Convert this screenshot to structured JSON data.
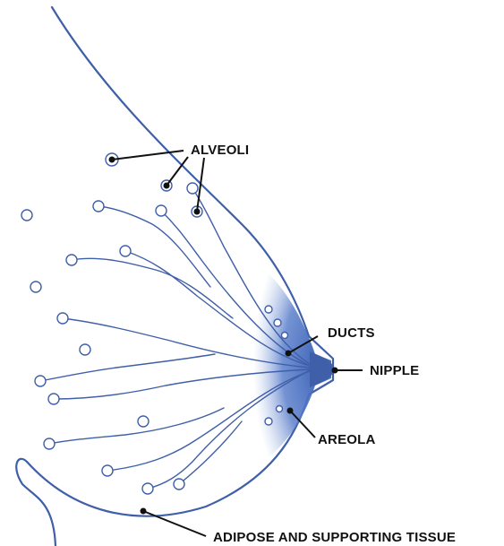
{
  "colors": {
    "outline": "#3f5fa8",
    "areola_fill": "#4a6fc0",
    "label_text": "#111111",
    "background": "#ffffff"
  },
  "labels": {
    "alveoli": "ALVEOLI",
    "ducts": "DUCTS",
    "nipple": "NIPPLE",
    "areola": "AREOLA",
    "adipose": "ADIPOSE AND SUPPORTING TISSUE"
  }
}
